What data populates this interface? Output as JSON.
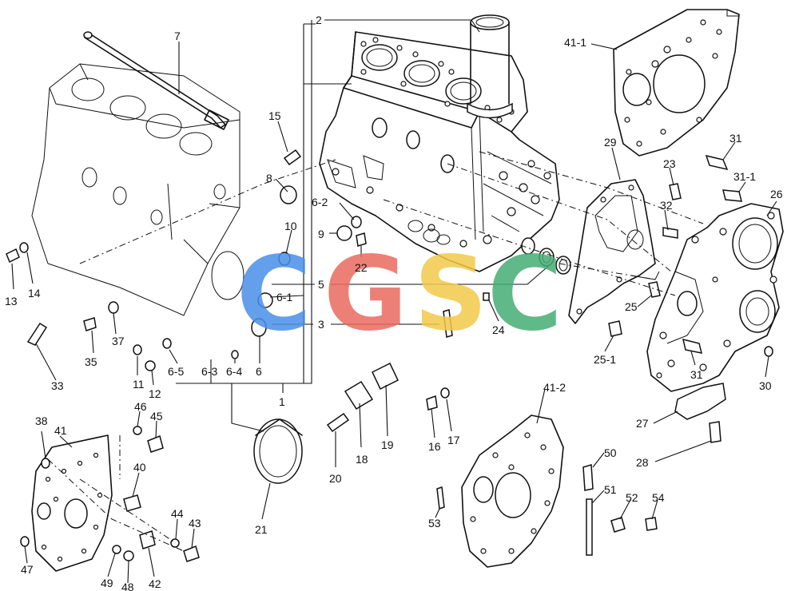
{
  "watermark": {
    "letters": [
      {
        "char": "C",
        "color": "#4a8fe8"
      },
      {
        "char": "G",
        "color": "#ea6b5f"
      },
      {
        "char": "S",
        "color": "#f3c94a"
      },
      {
        "char": "C",
        "color": "#45ad74"
      }
    ]
  },
  "labels": {
    "p1": "1",
    "p2": "2",
    "p3": "3",
    "p5": "5",
    "p6": "6",
    "p6_1": "6-1",
    "p6_2": "6-2",
    "p6_3": "6-3",
    "p6_4": "6-4",
    "p6_5": "6-5",
    "p7": "7",
    "p8": "8",
    "p9": "9",
    "p10": "10",
    "p11": "11",
    "p12": "12",
    "p13": "13",
    "p14": "14",
    "p15": "15",
    "p16": "16",
    "p17": "17",
    "p18": "18",
    "p19": "19",
    "p20": "20",
    "p21": "21",
    "p22": "22",
    "p23": "23",
    "p24": "24",
    "p25": "25",
    "p25_1": "25-1",
    "p26": "26",
    "p27": "27",
    "p28": "28",
    "p29": "29",
    "p30": "30",
    "p31a": "31",
    "p31_1": "31-1",
    "p31b": "31",
    "p32": "32",
    "p33": "33",
    "p35": "35",
    "p37": "37",
    "p38": "38",
    "p40": "40",
    "p41": "41",
    "p41_1": "41-1",
    "p41_2": "41-2",
    "p42": "42",
    "p43": "43",
    "p44": "44",
    "p45": "45",
    "p46": "46",
    "p47": "47",
    "p48": "48",
    "p49": "49",
    "p50": "50",
    "p51": "51",
    "p52": "52",
    "p53": "53",
    "p54": "54"
  }
}
